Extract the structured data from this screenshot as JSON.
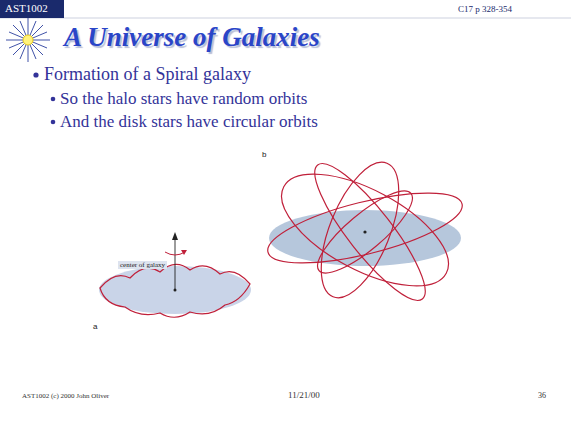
{
  "diagram": {
    "title": "A Universe of Galaxies",
    "labels": [
      "AST1002",
      "C17 p 328-354",
      "Formation of a Spiral galaxy",
      "So the halo stars have random orbits",
      "And the disk stars have circular orbits",
      "center of galaxy",
      "a",
      "b",
      "AST1002 (c) 2000 John Oliver",
      "11/21/00",
      "36"
    ]
  }
}
